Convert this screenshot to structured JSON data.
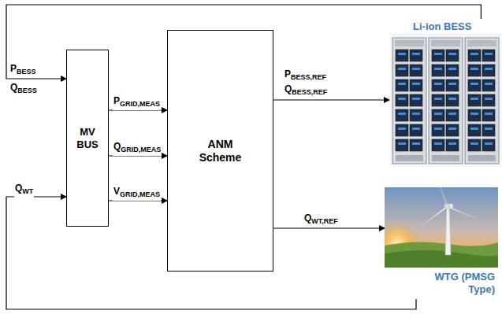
{
  "diagram": {
    "nodes": [
      {
        "text": [
          "MV BUS"
        ]
      },
      {
        "text": [
          "ANM Scheme"
        ]
      },
      {
        "text": [
          "Li-ion BESS"
        ]
      },
      {
        "text": [
          "WTG (PMSG Type)"
        ]
      }
    ],
    "edges": [
      {
        "from": 0,
        "to": 1,
        "arrow": "to",
        "label": "PGRID,MEAS"
      },
      {
        "from": 0,
        "to": 1,
        "arrow": "to",
        "label": "QGRID,MEAS"
      },
      {
        "from": 0,
        "to": 1,
        "arrow": "to",
        "label": "VGRID,MEAS"
      },
      {
        "from": 1,
        "to": 2,
        "arrow": "to"
      },
      {
        "from": 1,
        "to": 3,
        "arrow": "to",
        "label": "QWT,REF"
      },
      {
        "from": 2,
        "to": 0,
        "arrow": "to"
      },
      {
        "from": 3,
        "to": 0,
        "arrow": "to",
        "label": "QWT"
      }
    ],
    "labels": [
      "PBESS",
      "QBESS",
      "PBESS,REF",
      "QBESS,REF"
    ]
  }
}
